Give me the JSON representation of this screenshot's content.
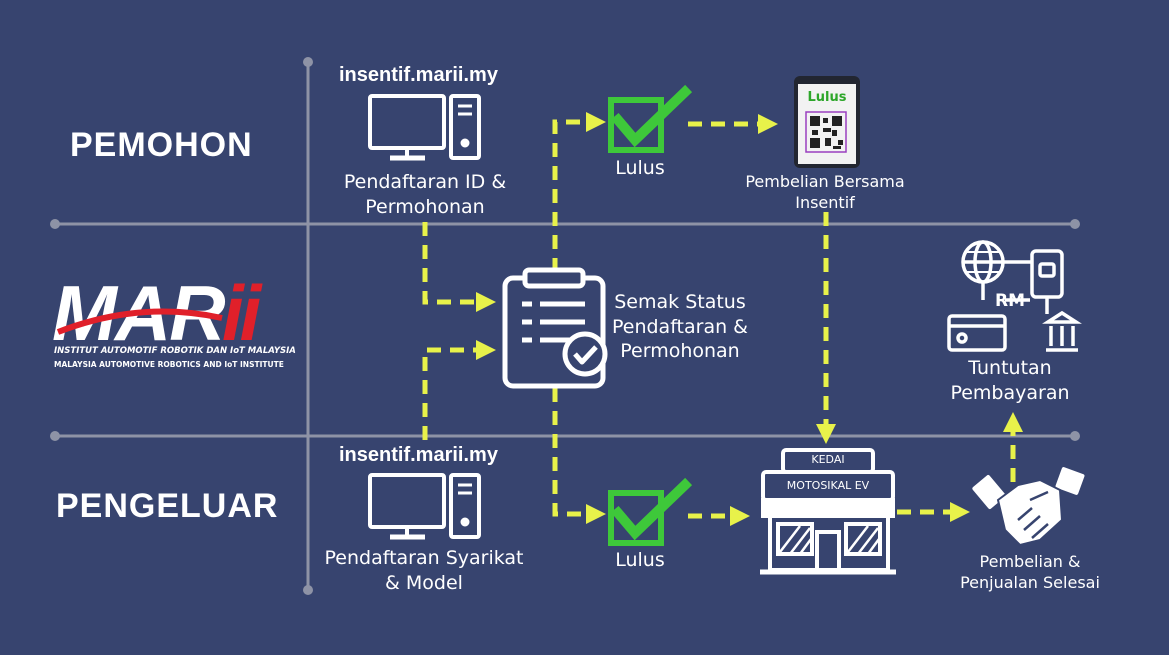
{
  "rows": {
    "top": "PEMOHON",
    "bottom": "PENGELUAR"
  },
  "logo": {
    "name": "MARii",
    "line1": "INSTITUT AUTOMOTIF ROBOTIK DAN IoT MALAYSIA",
    "line2": "MALAYSIA AUTOMOTIVE ROBOTICS AND IoT INSTITUTE"
  },
  "applicant": {
    "url": "insentif.marii.my",
    "caption_1": "Pendaftaran ID &",
    "caption_2": "Permohonan",
    "approved": "Lulus",
    "phone_badge": "Lulus",
    "purchase_1": "Pembelian Bersama",
    "purchase_2": "Insentif"
  },
  "check": {
    "caption_1": "Semak Status",
    "caption_2": "Pendaftaran &",
    "caption_3": "Permohonan"
  },
  "claim": {
    "currency": "RM",
    "caption_1": "Tuntutan",
    "caption_2": "Pembayaran"
  },
  "manufacturer": {
    "url": "insentif.marii.my",
    "caption_1": "Pendaftaran Syarikat",
    "caption_2": "& Model",
    "approved": "Lulus"
  },
  "shop": {
    "sign_1": "KEDAI",
    "sign_2": "MOTOSIKAL EV"
  },
  "deal": {
    "caption_1": "Pembelian &",
    "caption_2": "Penjualan Selesai"
  },
  "colors": {
    "background": "#37446f",
    "arrow": "#e8f24a",
    "check": "#3ec83a",
    "logo_red": "#e0202a"
  }
}
